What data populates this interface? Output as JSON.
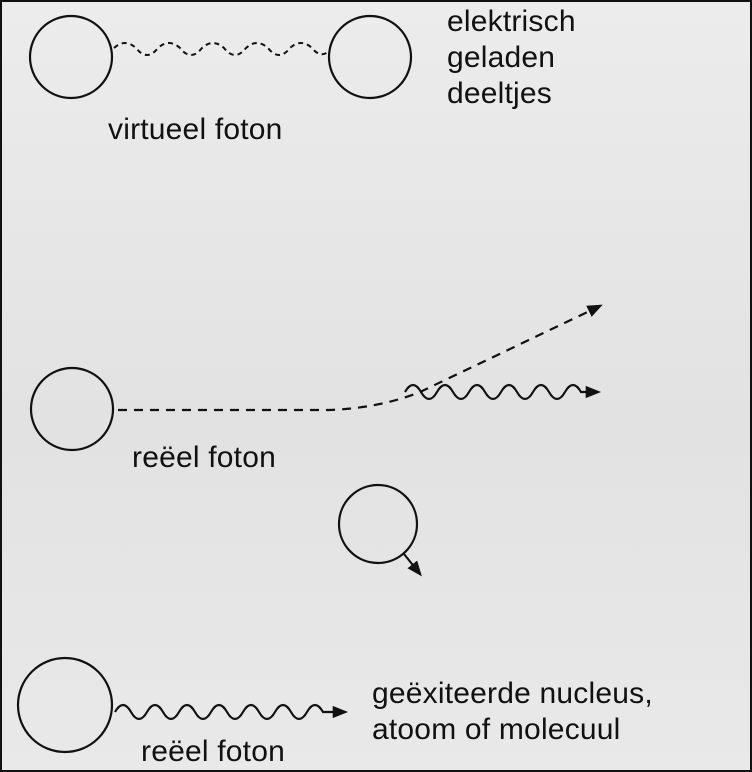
{
  "labels": {
    "charged_particles": [
      "elektrisch",
      "geladen",
      "deeltjes"
    ],
    "virtual_photon": "virtueel foton",
    "real_photon_1": "reëel foton",
    "real_photon_2": "reëel foton",
    "excited_nucleus": [
      "geëxiteerde nucleus,",
      "atoom of molecuul"
    ]
  },
  "colors": {
    "ink": "#111111",
    "paper": "#e8e8e8"
  }
}
